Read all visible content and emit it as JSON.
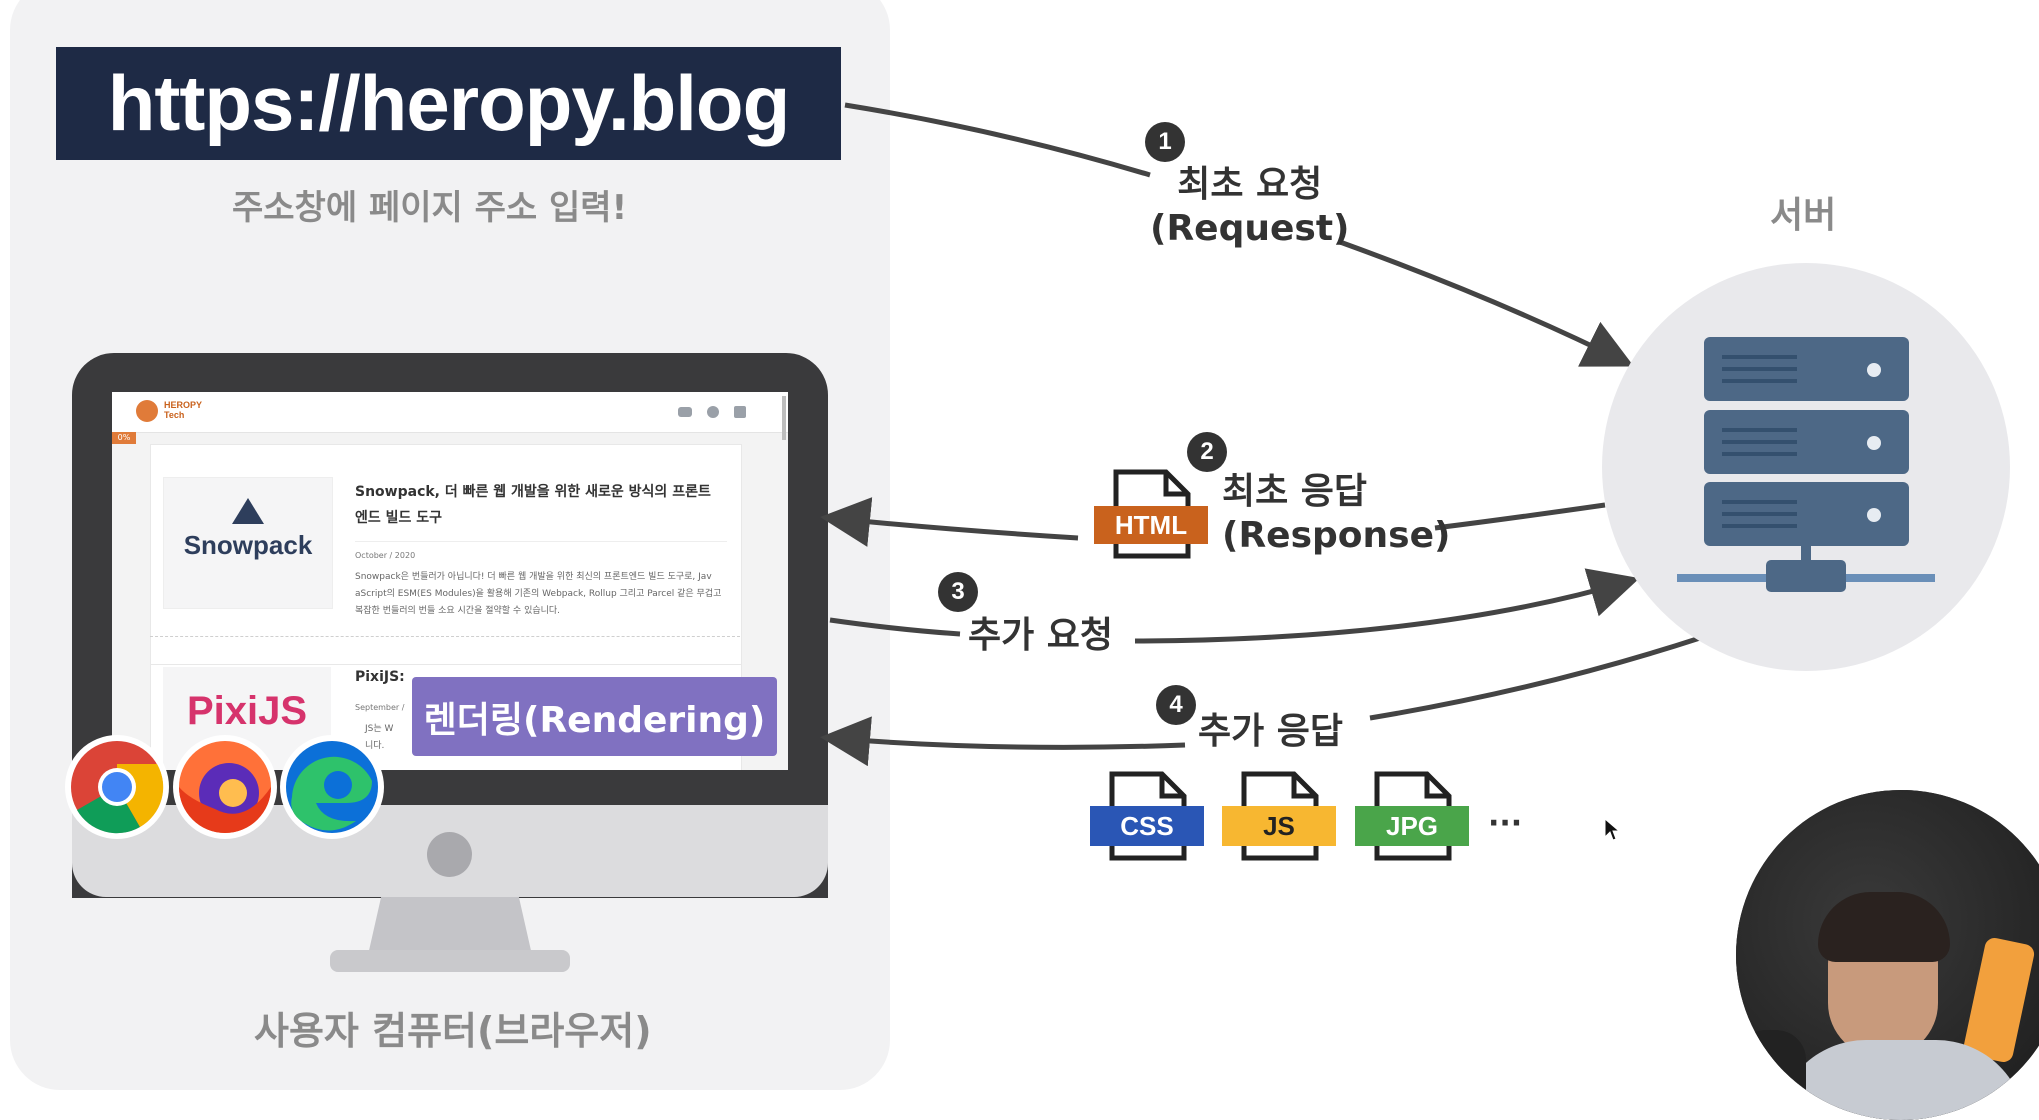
{
  "url": "https://heropy.blog",
  "url_caption": "주소창에 페이지 주소 입력!",
  "server_label": "서버",
  "computer_label": "사용자 컴퓨터(브라우저)",
  "render_label": "렌더링(Rendering)",
  "steps": [
    {
      "number": "1",
      "line1": "최초 요청",
      "line2": "(Request)"
    },
    {
      "number": "2",
      "line1": "최초 응답",
      "line2": "(Response)"
    },
    {
      "number": "3",
      "line1": "추가 요청",
      "line2": ""
    },
    {
      "number": "4",
      "line1": "추가 응답",
      "line2": ""
    }
  ],
  "files": {
    "html": "HTML",
    "css": "CSS",
    "js": "JS",
    "jpg": "JPG",
    "more": "···"
  },
  "file_colors": {
    "html": "#c9621d",
    "css": "#2a56b5",
    "js": "#f7b731",
    "jpg": "#4aa54a"
  },
  "browser_page": {
    "brand_line1": "HEROPY",
    "brand_line2": "Tech",
    "progress": "0%",
    "post1": {
      "thumb": "Snowpack",
      "title_line1": "Snowpack, 더 빠른 웹 개발을 위한 새로운 방식의 프론트",
      "title_line2": "엔드 빌드 도구",
      "date": "October / 2020",
      "excerpt1": "Snowpack은 번들러가 아닙니다! 더 빠른 웹 개발을 위한 최신의 프론트엔드 빌드 도구로, Jav",
      "excerpt2": "aScript의 ESM(ES Modules)을 활용해 기존의 Webpack, Rollup 그리고 Parcel 같은 무겁고",
      "excerpt3": "복잡한 번들러의 번들 소요 시간을 절약할 수 있습니다."
    },
    "post2": {
      "thumb": "PixiJS",
      "title": "PixiJS:",
      "date": "September /",
      "excerpt1": "JS는 W",
      "excerpt2": "니다. "
    }
  },
  "browsers": [
    "chrome-icon",
    "firefox-icon",
    "edge-icon"
  ]
}
